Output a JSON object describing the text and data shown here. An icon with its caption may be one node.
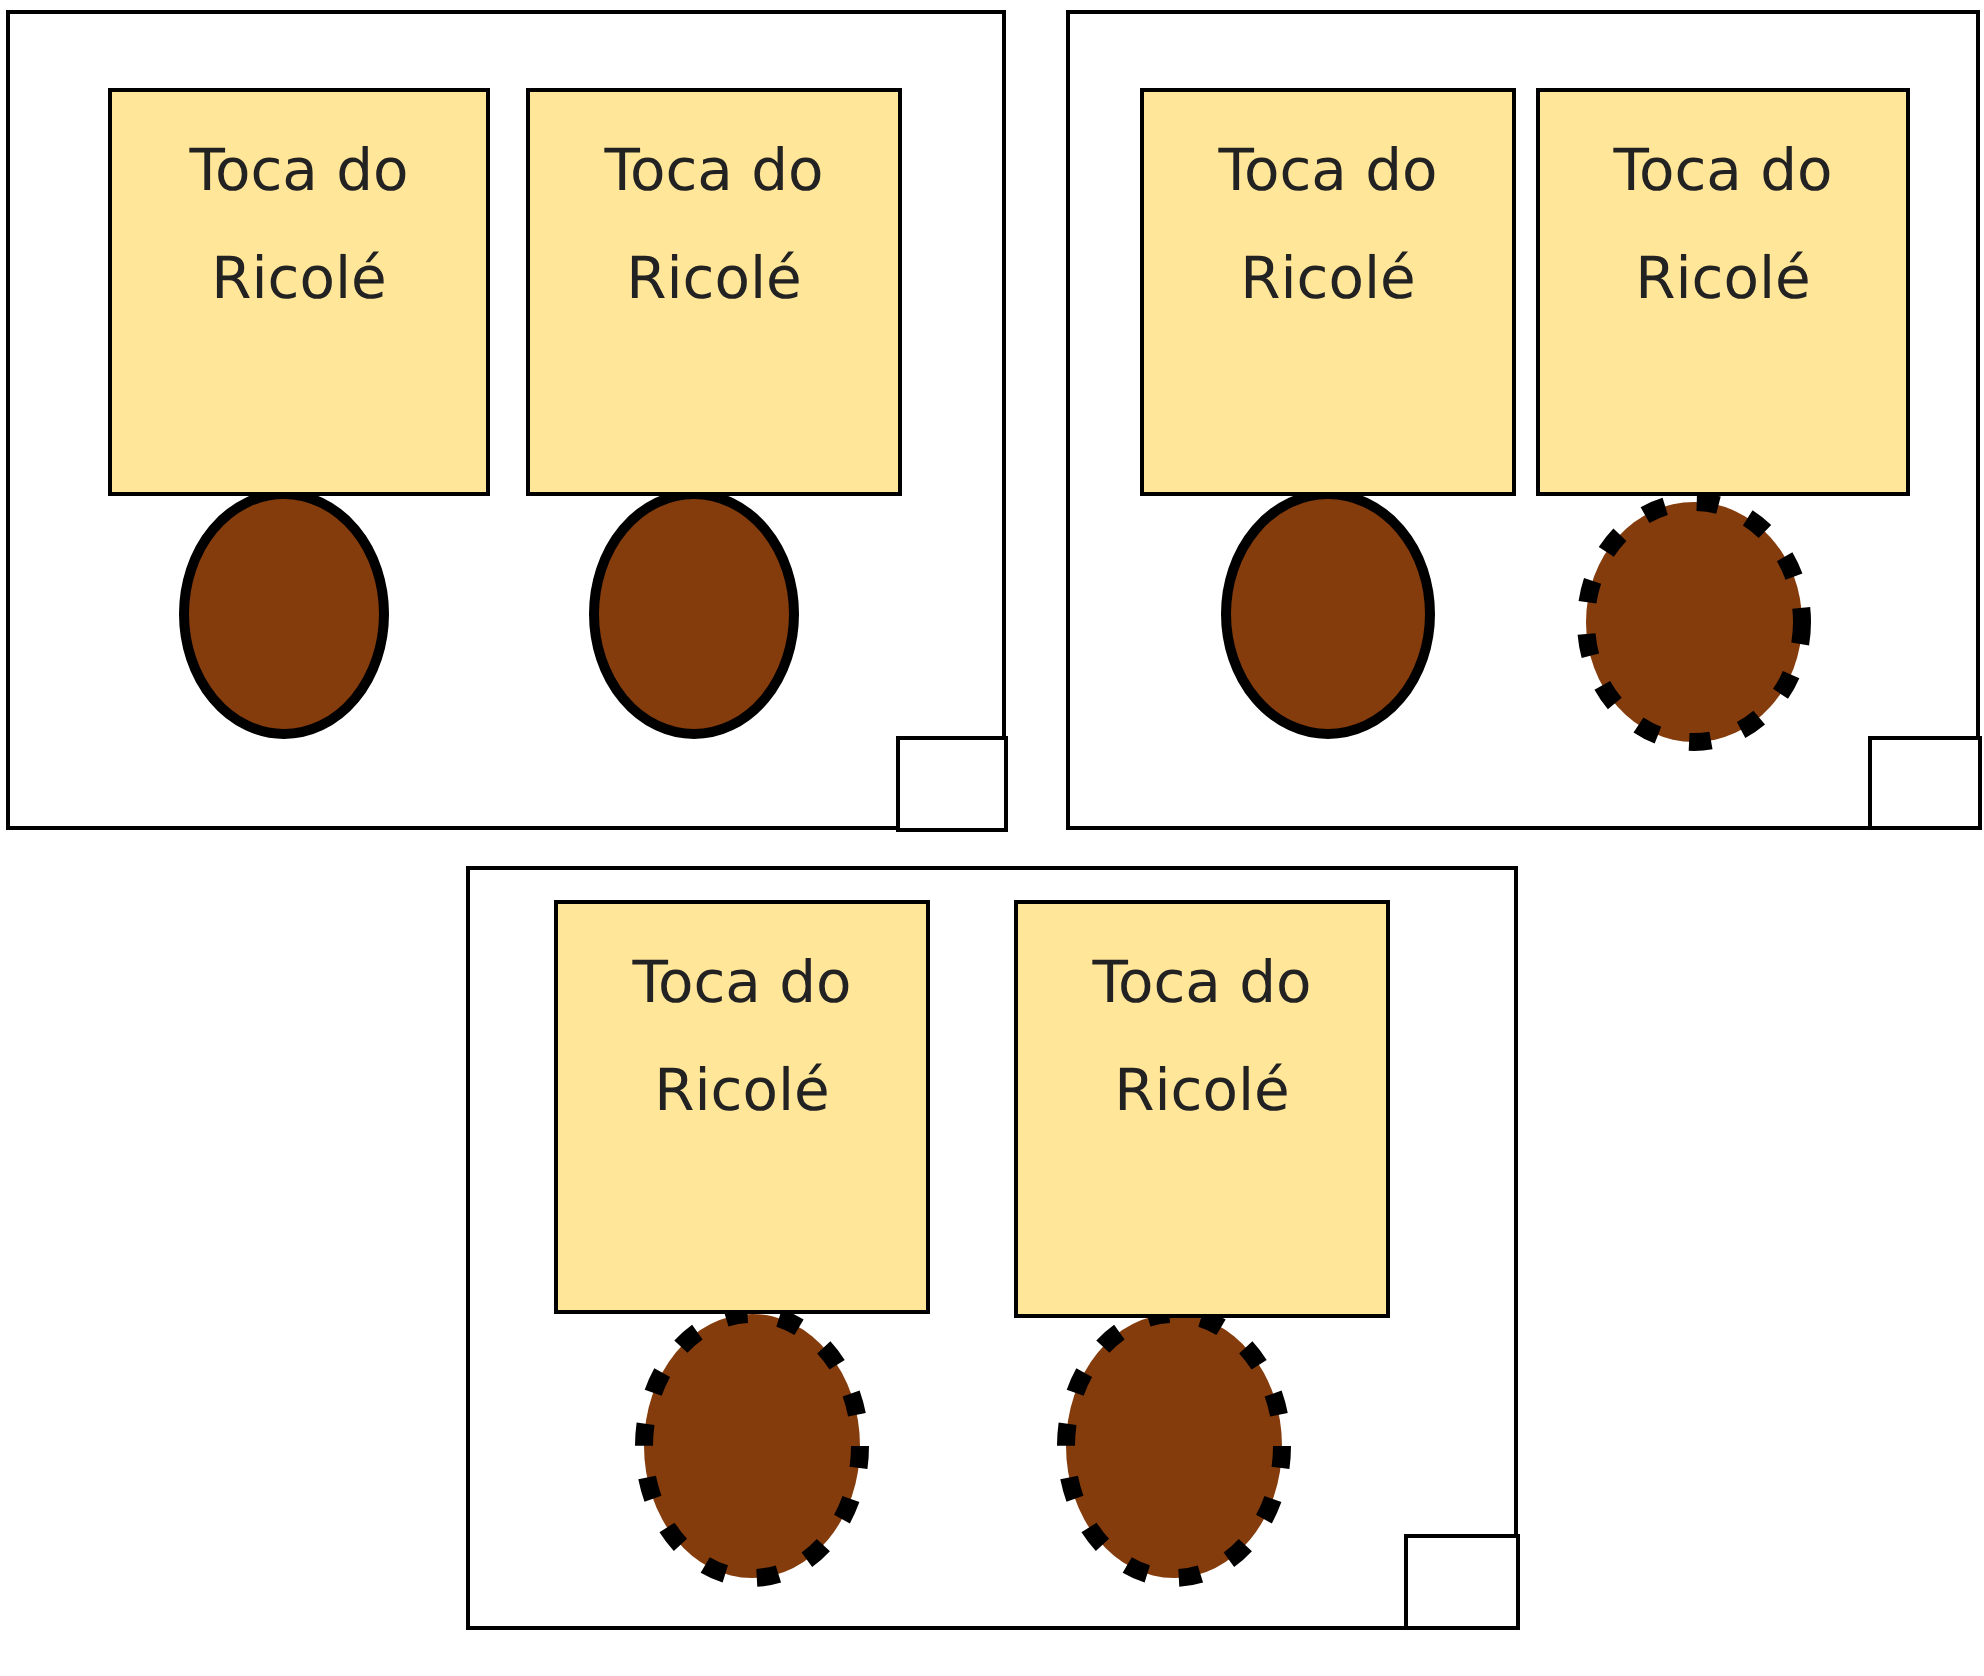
{
  "diagram": {
    "nodes": [
      {
        "text": [],
        "shape": "box"
      },
      {
        "text": [
          "Toca do Ricolé"
        ],
        "in": 0
      },
      {
        "text": [
          "Toca do Ricolé"
        ],
        "in": 0
      },
      {
        "text": [],
        "shape": "ellipse",
        "in": 0
      },
      {
        "text": [],
        "shape": "ellipse",
        "in": 0
      },
      {
        "text": [],
        "shape": "box",
        "in": 0
      },
      {
        "text": [],
        "shape": "box"
      },
      {
        "text": [
          "Toca do Ricolé"
        ],
        "in": 6
      },
      {
        "text": [
          "Toca do Ricolé"
        ],
        "in": 6
      },
      {
        "text": [],
        "shape": "ellipse",
        "in": 6
      },
      {
        "text": [],
        "shape": "ellipse",
        "in": 6
      },
      {
        "text": [],
        "shape": "box",
        "in": 6
      },
      {
        "text": [],
        "shape": "box"
      },
      {
        "text": [
          "Toca do Ricolé"
        ],
        "in": 12
      },
      {
        "text": [
          "Toca do Ricolé"
        ],
        "in": 12
      },
      {
        "text": [],
        "shape": "ellipse",
        "in": 12
      },
      {
        "text": [],
        "shape": "ellipse",
        "in": 12
      },
      {
        "text": [],
        "shape": "box",
        "in": 12
      }
    ]
  }
}
